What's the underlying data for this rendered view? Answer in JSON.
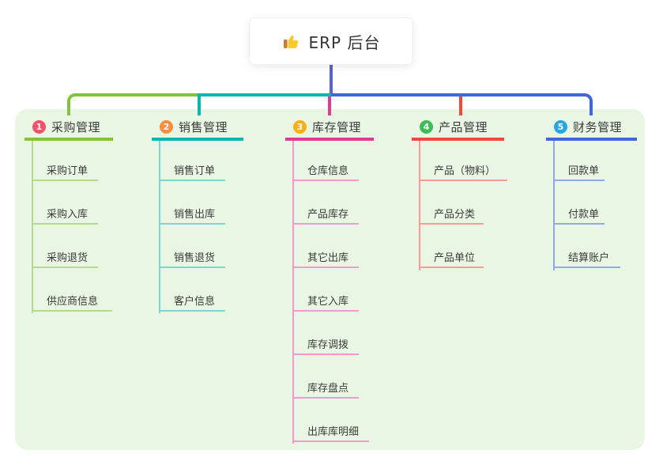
{
  "root": {
    "title": "ERP 后台",
    "icon": "thumbs-up-icon"
  },
  "branches": [
    {
      "num": "1",
      "label": "采购管理",
      "items": [
        "采购订单",
        "采购入库",
        "采购退货",
        "供应商信息"
      ],
      "line_color": "#82c43c",
      "subline_color": "#b3db8b",
      "badge_color": "#f4516c"
    },
    {
      "num": "2",
      "label": "销售管理",
      "items": [
        "销售订单",
        "销售出库",
        "销售退货",
        "客户信息"
      ],
      "line_color": "#0cb6ad",
      "subline_color": "#7ed5ce",
      "badge_color": "#fd8d3e"
    },
    {
      "num": "3",
      "label": "库存管理",
      "items": [
        "仓库信息",
        "产品库存",
        "其它出库",
        "其它入库",
        "库存调拨",
        "库存盘点",
        "出库库明细"
      ],
      "line_color": "#e23a97",
      "subline_color": "#f29aca",
      "badge_color": "#fbae17"
    },
    {
      "num": "4",
      "label": "产品管理",
      "items": [
        "产品（物料）",
        "产品分类",
        "产品单位"
      ],
      "line_color": "#f5483d",
      "subline_color": "#f89b94",
      "badge_color": "#3cbd58"
    },
    {
      "num": "5",
      "label": "财务管理",
      "items": [
        "回款单",
        "付款单",
        "结算账户"
      ],
      "line_color": "#3e68d9",
      "subline_color": "#93a9e6",
      "badge_color": "#29a6e1"
    }
  ],
  "colors": {
    "root_edge": "#5465d2",
    "panel_bg": "#e9f6e3",
    "text_dark": "#3b3b3b"
  }
}
